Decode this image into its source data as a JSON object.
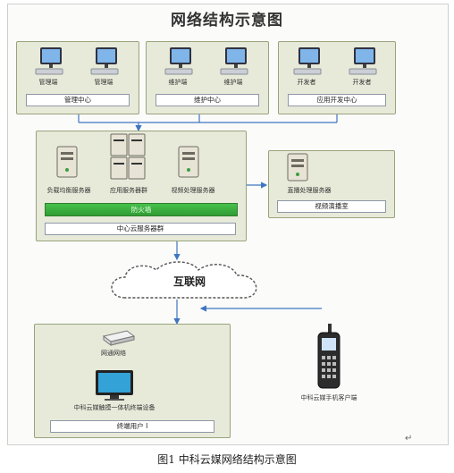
{
  "diagram": {
    "title": "网络结构示意图",
    "groups": {
      "management": {
        "label": "管理中心",
        "devices": [
          "管理端",
          "管理端"
        ]
      },
      "maintenance": {
        "label": "维护中心",
        "devices": [
          "维护端",
          "维护端"
        ]
      },
      "devcenter": {
        "label": "应用开发中心",
        "devices": [
          "开发者",
          "开发者"
        ]
      },
      "center": {
        "label": "中心云服务器群",
        "servers": [
          "负载均衡服务器",
          "应用服务器群",
          "视频处理服务器"
        ],
        "firewall": "防火墙"
      },
      "studio": {
        "server": "直播处理服务器",
        "label": "视频演播室"
      },
      "internet": "互联网",
      "terminal": {
        "gateway": "网通网络",
        "device": "中科云媒触摸一体机终端设备",
        "label": "终端用户 I"
      },
      "mobile": "中科云媒手机客户端"
    },
    "caption": "图1    中科云媒网络结构示意图",
    "cursor_mark": "↵"
  }
}
